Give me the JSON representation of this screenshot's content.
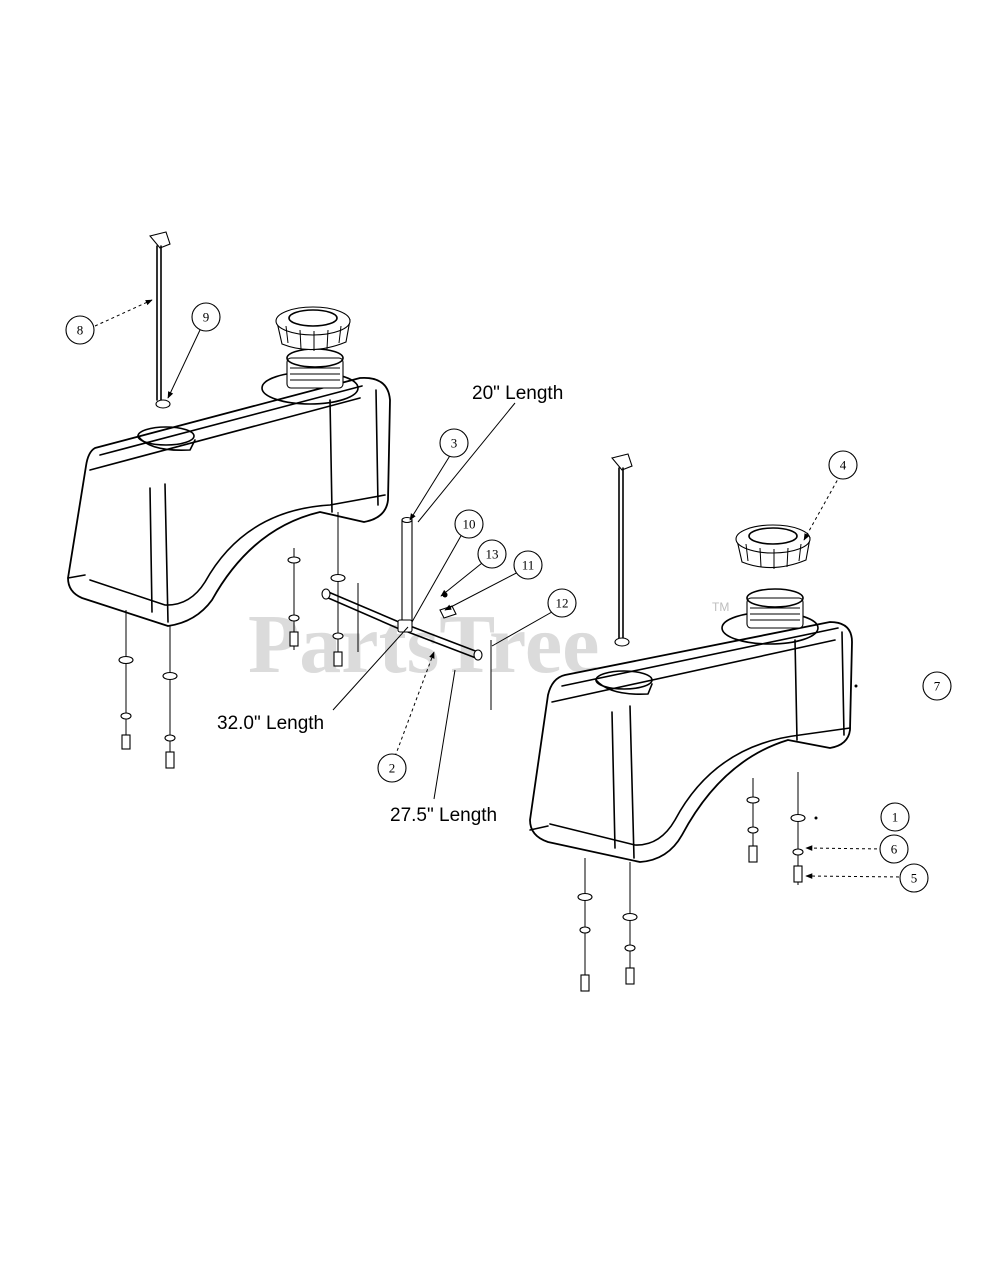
{
  "watermark": {
    "text": "PartsTree",
    "tm": "TM"
  },
  "length_labels": {
    "l20": "20\" Length",
    "l32": "32.0\" Length",
    "l27": "27.5\" Length"
  },
  "callouts": [
    "1",
    "2",
    "3",
    "4",
    "5",
    "6",
    "7",
    "8",
    "9",
    "10",
    "11",
    "12",
    "13"
  ]
}
